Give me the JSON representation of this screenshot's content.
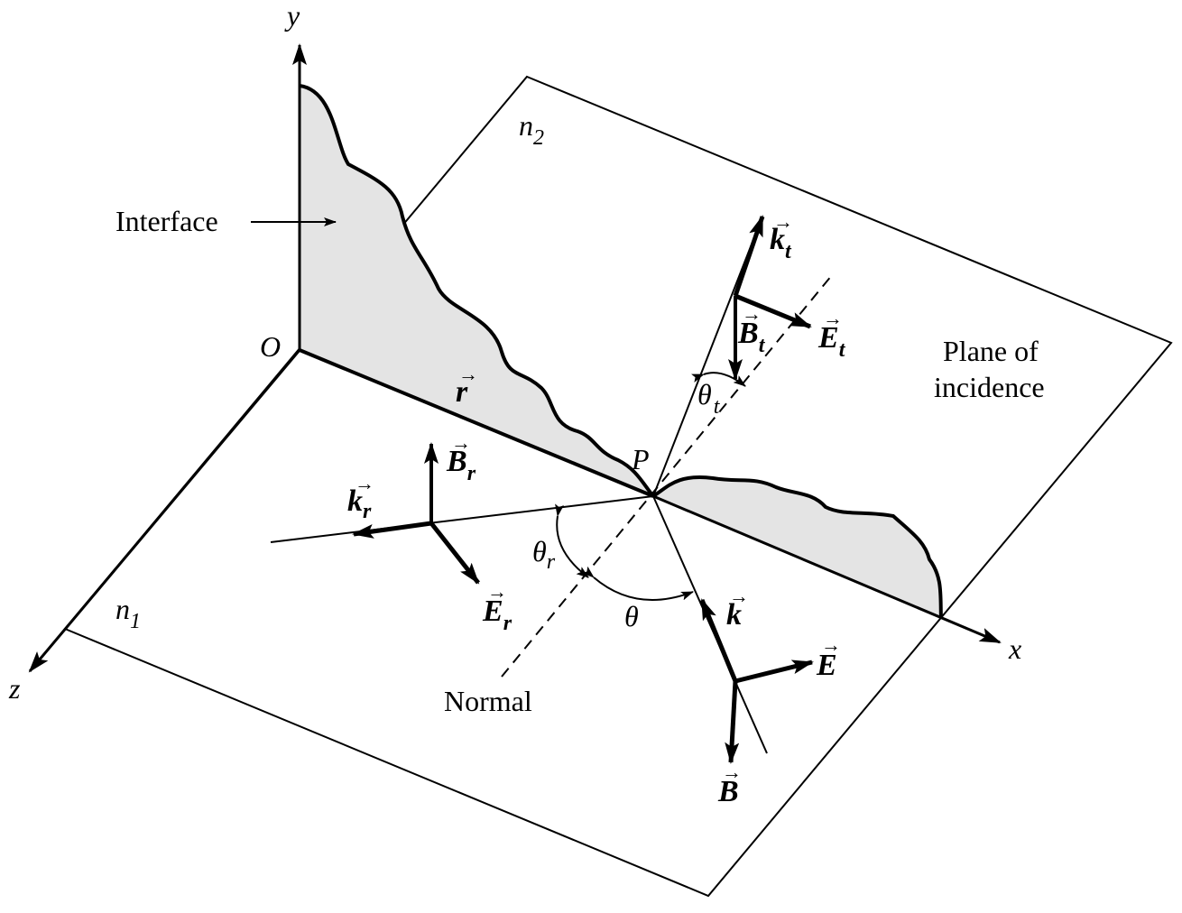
{
  "labels": {
    "axis_y": "y",
    "axis_x": "x",
    "axis_z": "z",
    "origin": "O",
    "point_p": "P",
    "n1_base": "n",
    "n1_sub": "1",
    "n2_base": "n",
    "n2_sub": "2",
    "interface": "Interface",
    "plane_line1": "Plane of",
    "plane_line2": "incidence",
    "normal": "Normal",
    "theta": "θ",
    "theta_r_base": "θ",
    "theta_r_sub": "r",
    "theta_t_base": "θ",
    "theta_t_sub": "t",
    "arrow_mark": "→",
    "r_vec": "r",
    "k_vec": "k",
    "E_vec": "E",
    "B_vec": "B",
    "kr_base": "k",
    "kr_sub": "r",
    "Br_base": "B",
    "Br_sub": "r",
    "Er_base": "E",
    "Er_sub": "r",
    "kt_base": "k",
    "kt_sub": "t",
    "Bt_base": "B",
    "Bt_sub": "t",
    "Et_base": "E",
    "Et_sub": "t"
  },
  "colors": {
    "ink": "#000000",
    "interface_fill": "#e4e4e4",
    "background": "#ffffff"
  }
}
